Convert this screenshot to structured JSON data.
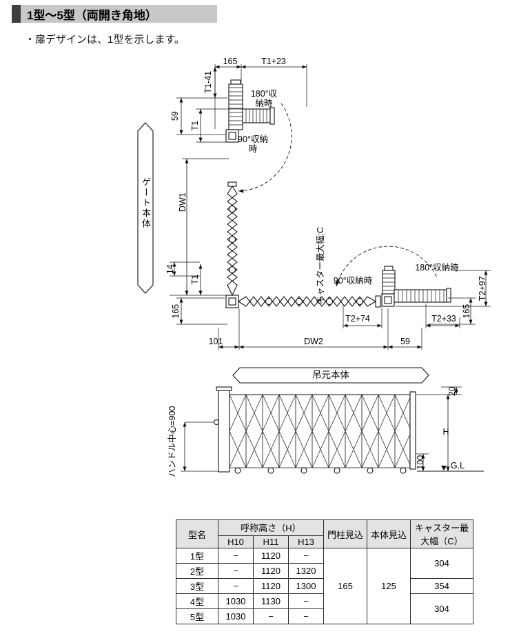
{
  "header": {
    "title": "1型〜5型（両開き角地）"
  },
  "note": "・扉デザインは、1型を示します。",
  "diagram": {
    "gate_body": "ゲート本体",
    "hanging_body": "吊元本体",
    "caster_max_width": "キャスター最大幅:C",
    "handle_center": "ハンドル中心=900",
    "stored_180_top": "180°収納時",
    "stored_90_top": "90°収納時",
    "stored_90_right": "90°収納時",
    "stored_180_right": "180°収納時",
    "dims": {
      "d165_top": "165",
      "t1_plus_23": "T1+23",
      "t1_minus_41": "T1-41",
      "d59_top": "59",
      "t1_top": "T1",
      "dw1": "DW1",
      "d14": "14",
      "t1_left": "T1",
      "d165_left": "165",
      "t2_plus_97": "T2+97",
      "t2_plus_74": "T2+74",
      "t2_plus_33": "T2+33",
      "d165_right": "165",
      "d101": "101",
      "dw2": "DW2",
      "d59_bottom": "59",
      "d20": "20",
      "h": "H",
      "d100": "100",
      "gl": "G.L"
    }
  },
  "table": {
    "headers": {
      "type": "型名",
      "height_group": "呼称高さ（H）",
      "h10": "H10",
      "h11": "H11",
      "h13": "H13",
      "pillar_depth": "門柱見込",
      "body_depth": "本体見込",
      "caster_width": "キャスター最大幅（C）"
    },
    "rows": [
      {
        "name": "1型",
        "h10": "−",
        "h11": "1120",
        "h13": "−"
      },
      {
        "name": "2型",
        "h10": "−",
        "h11": "1120",
        "h13": "1320"
      },
      {
        "name": "3型",
        "h10": "−",
        "h11": "1120",
        "h13": "1300"
      },
      {
        "name": "4型",
        "h10": "1030",
        "h11": "1130",
        "h13": "−"
      },
      {
        "name": "5型",
        "h10": "1030",
        "h11": "−",
        "h13": "−"
      }
    ],
    "pillar_value": "165",
    "body_value": "125",
    "caster_values": {
      "type_1_2": "304",
      "type_3": "354",
      "type_4_5": "304"
    }
  },
  "colors": {
    "header_accent": "#3f3f3f",
    "header_band": "#c8c8c8",
    "table_header_bg": "#e3e3e3",
    "line": "#111111"
  }
}
